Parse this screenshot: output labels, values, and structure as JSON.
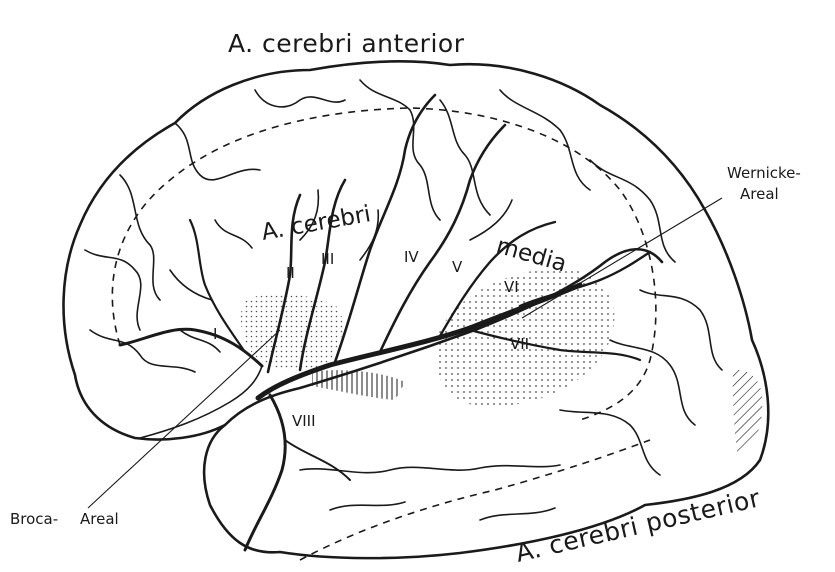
{
  "labels": {
    "aca": "A. cerebri anterior",
    "mca_1": "A. cerebri",
    "mca_2": "media",
    "pca": "A. cerebri posterior",
    "wernicke_1": "Wernicke-",
    "wernicke_2": "Areal",
    "broca_1": "Broca-",
    "broca_2": "Areal"
  },
  "branches": [
    "I",
    "II",
    "III",
    "IV",
    "V",
    "VI",
    "VII",
    "VIII"
  ],
  "colors": {
    "ink": "#1a1a1a",
    "background": "#ffffff"
  }
}
